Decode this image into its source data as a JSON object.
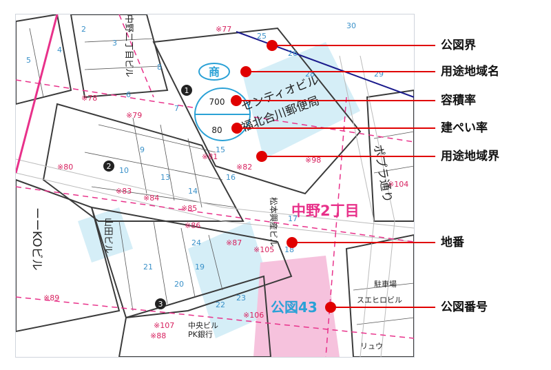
{
  "map": {
    "district_name": "中野2丁目",
    "district_color": "#e8318a",
    "road_name": "ポプラ通り",
    "plot_number_label": "公図43",
    "plot_number_color": "#2aa1d6",
    "use_zone_badge": "商",
    "floor_area_ratio": "700",
    "coverage_ratio": "80",
    "buildings": [
      {
        "text": "センティオビル"
      },
      {
        "text": "福北合川郵便局"
      },
      {
        "text": "ーーKOビル"
      },
      {
        "text": "松本興産ビル"
      },
      {
        "text": "中野二丁目ビル"
      },
      {
        "text": "山田ビル"
      },
      {
        "text": "中央ビル"
      },
      {
        "text": "PK銀行"
      },
      {
        "text": "駐車場"
      },
      {
        "text": "スエヒロビル"
      },
      {
        "text": "リュウ"
      }
    ],
    "block_numbers": [
      "1",
      "2",
      "3"
    ],
    "lot_numbers": [
      "2",
      "3",
      "4",
      "5",
      "6",
      "7",
      "8",
      "9",
      "10",
      "13",
      "14",
      "15",
      "16",
      "17",
      "18",
      "19",
      "20",
      "21",
      "22",
      "23",
      "24",
      "25",
      "26",
      "28",
      "29",
      "30"
    ],
    "marker_numbers": [
      "77",
      "78",
      "79",
      "80",
      "81",
      "82",
      "83",
      "84",
      "85",
      "86",
      "87",
      "88",
      "89",
      "98",
      "104",
      "105",
      "106",
      "107"
    ],
    "marker_color": "#d7215f",
    "lot_color": "#3a91c9"
  },
  "callouts": [
    {
      "label": "公図界"
    },
    {
      "label": "用途地域名"
    },
    {
      "label": "容積率"
    },
    {
      "label": "建ぺい率"
    },
    {
      "label": "用途地域界"
    },
    {
      "label": "地番"
    },
    {
      "label": "公図番号"
    }
  ],
  "colors": {
    "callout_red": "#e00000",
    "zone_boundary": "#e8318a",
    "plot_boundary": "#1a1a8c",
    "highlight_cyan": "#d5eef7",
    "highlight_pink": "#f6c2dd",
    "zone_circle": "#2aa1d6"
  }
}
